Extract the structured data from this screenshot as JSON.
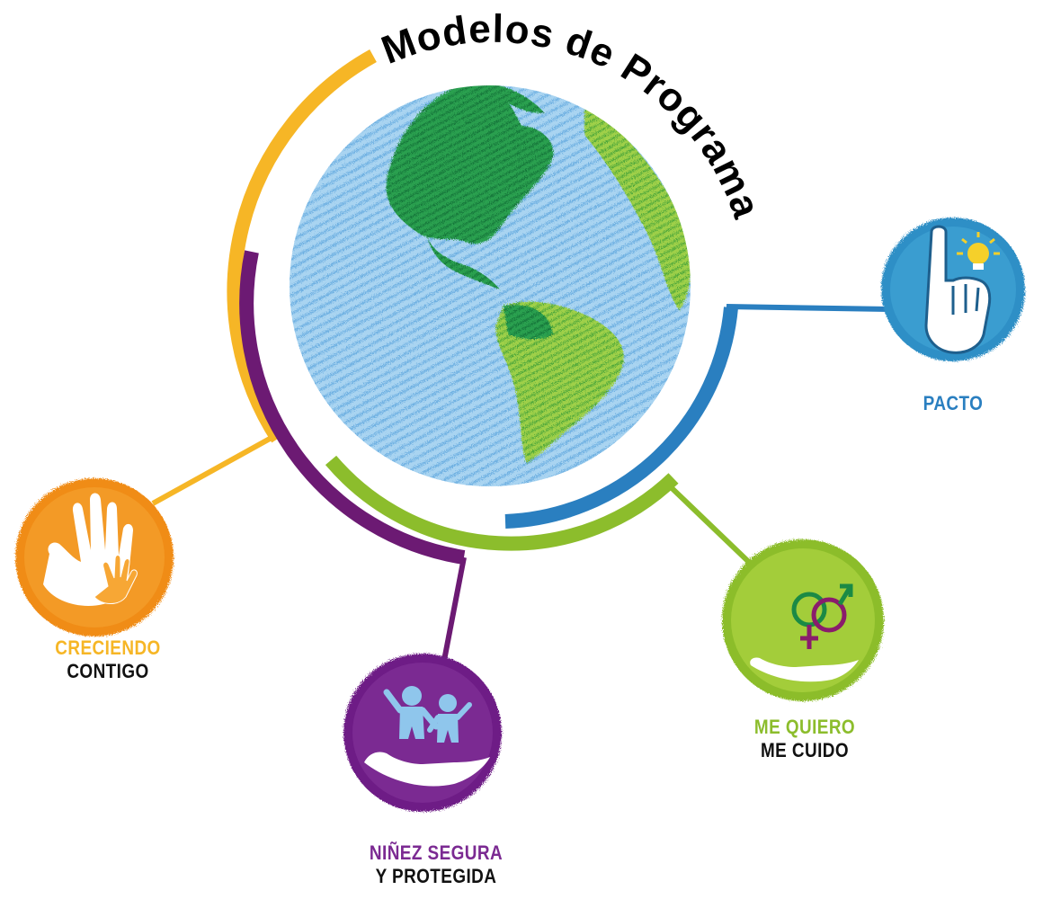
{
  "title": "Modelos de Programa",
  "colors": {
    "yellow": "#f6b626",
    "purple": "#6c1a73",
    "green": "#8cbd2c",
    "blue": "#2a7fc0",
    "orange": "#f2911f",
    "black": "#111111",
    "ocean": "#86c0e8",
    "land_dark": "#1f8e45",
    "land_light": "#8cc63f"
  },
  "programs": [
    {
      "id": "creciendo",
      "line1": "CRECIENDO",
      "line2": "CONTIGO",
      "color": "orange",
      "icon": "hand-with-child-hand-icon"
    },
    {
      "id": "ninez",
      "line1": "NIÑEZ  SEGURA",
      "line2": "Y PROTEGIDA",
      "color": "purple",
      "icon": "children-in-hand-icon"
    },
    {
      "id": "mequiero",
      "line1": "ME QUIERO",
      "line2": "ME CUIDO",
      "color": "green",
      "icon": "gender-symbols-in-hand-icon"
    },
    {
      "id": "pacto",
      "line1": "PACTO",
      "line2": "",
      "color": "blue",
      "icon": "hand-with-lightbulb-icon"
    }
  ]
}
